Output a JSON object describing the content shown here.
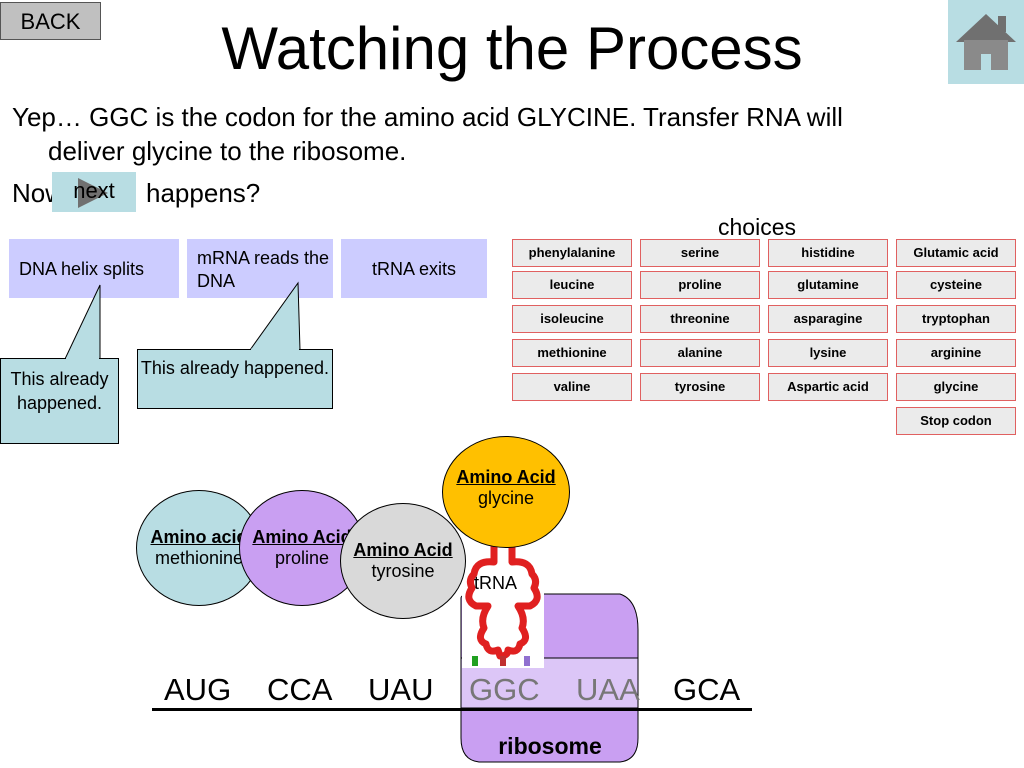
{
  "header": {
    "back_label": "BACK",
    "title": "Watching the Process",
    "home_icon": "house-icon"
  },
  "body": {
    "line1": "Yep… GGC is the codon for the amino acid GLYCINE. Transfer RNA will",
    "line2": "deliver glycine to the ribosome.",
    "question_start": "Now",
    "question_end": "happens?",
    "next_label": "next"
  },
  "steps": [
    {
      "label": "DNA helix splits"
    },
    {
      "label": "mRNA reads the DNA"
    },
    {
      "label": "tRNA exits"
    }
  ],
  "callouts": [
    {
      "text": "This already happened."
    },
    {
      "text": "This already happened."
    }
  ],
  "choices": {
    "label": "choices",
    "items": [
      [
        "phenylalanine",
        "serine",
        "histidine",
        "Glutamic acid"
      ],
      [
        "leucine",
        "proline",
        "glutamine",
        "cysteine"
      ],
      [
        "isoleucine",
        "threonine",
        "asparagine",
        "tryptophan"
      ],
      [
        "methionine",
        "alanine",
        "lysine",
        "arginine"
      ],
      [
        "valine",
        "tyrosine",
        "Aspartic acid",
        "glycine"
      ],
      [
        "",
        "",
        "",
        "Stop codon"
      ]
    ]
  },
  "amino_acids": [
    {
      "title": "Amino acid",
      "name": "methionine"
    },
    {
      "title": "Amino Acid",
      "name": "proline"
    },
    {
      "title": "Amino Acid",
      "name": "tyrosine"
    },
    {
      "title": "Amino Acid",
      "name": "glycine"
    }
  ],
  "trna_label": "tRNA",
  "codons": [
    "AUG",
    "CCA",
    "UAU",
    "GGC",
    "UAA",
    "GCA"
  ],
  "ribosome_label": "ribosome",
  "colors": {
    "step_box": "#ccccff",
    "callout": "#b8dde3",
    "ribosome": "#c99ff2",
    "glycine": "#ffc000",
    "trna": "#e02020"
  }
}
